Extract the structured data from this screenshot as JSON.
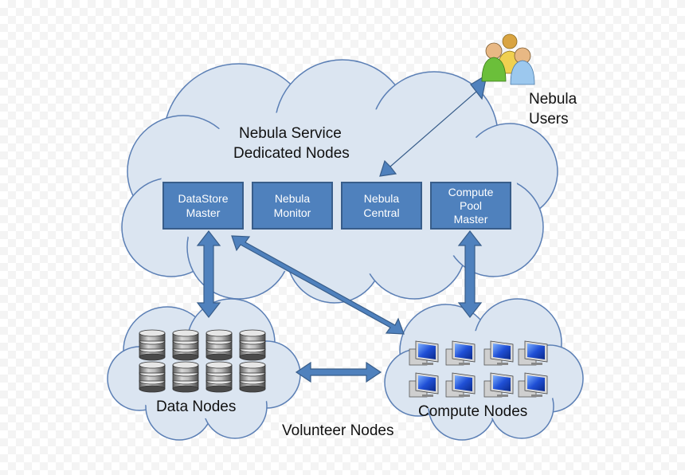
{
  "service_cloud": {
    "title_line1": "Nebula Service",
    "title_line2": "Dedicated Nodes"
  },
  "service_nodes": [
    {
      "label": "DataStore\nMaster"
    },
    {
      "label": "Nebula\nMonitor"
    },
    {
      "label": "Nebula\nCentral"
    },
    {
      "label": "Compute\nPool\nMaster"
    }
  ],
  "users": {
    "label_line1": "Nebula",
    "label_line2": "Users",
    "icon": "users-group-icon"
  },
  "data_cloud": {
    "label": "Data Nodes",
    "icon": "database-icon"
  },
  "compute_cloud": {
    "label": "Compute Nodes",
    "icon": "desktop-computer-icon"
  },
  "volunteer": {
    "label": "Volunteer Nodes"
  },
  "colors": {
    "cloud_fill": "#dbe5f1",
    "cloud_stroke": "#5b7fb5",
    "node_fill": "#4f81bd",
    "arrow_fill": "#4f81bd",
    "arrow_stroke": "#385d8a"
  }
}
